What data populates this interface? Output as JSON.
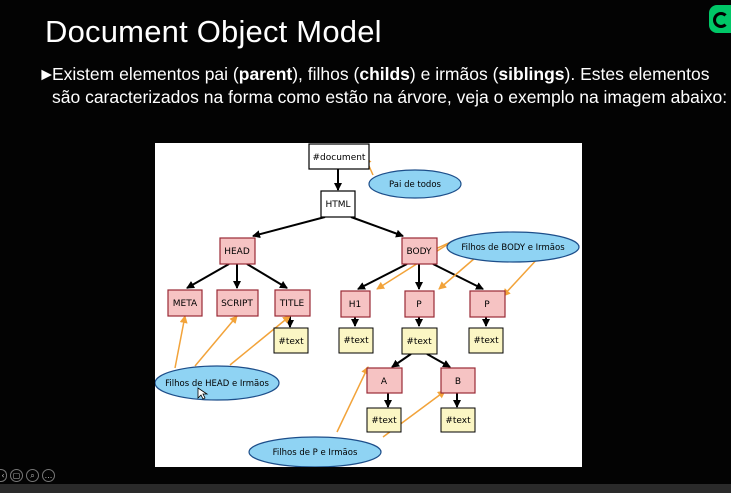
{
  "slide": {
    "title": "Document Object Model",
    "bullet": {
      "marker": "►",
      "part1": "Existem elementos pai (",
      "parent": "parent",
      "part2": "), filhos (",
      "childs": "childs",
      "part3": ") e irmãos (",
      "siblings": "siblings",
      "part4": "). Estes elementos são caracterizados na forma como estão na árvore, veja o  exemplo na imagem abaixo:"
    }
  },
  "diagram": {
    "nodes": {
      "document": "#document",
      "html": "HTML",
      "head": "HEAD",
      "body": "BODY",
      "meta": "META",
      "script": "SCRIPT",
      "title": "TITLE",
      "h1": "H1",
      "p1": "P",
      "p2": "P",
      "text_title": "#text",
      "text_h1": "#text",
      "text_p1": "#text",
      "text_p2": "#text",
      "a": "A",
      "b": "B",
      "text_a": "#text",
      "text_b": "#text"
    },
    "callouts": {
      "root": "Pai de todos",
      "body_children": "Filhos de BODY e Irmãos",
      "head_children": "Filhos de HEAD e Irmãos",
      "p_children": "Filhos de P e Irmãos"
    },
    "colors": {
      "element_fill": "#f6c3c3",
      "element_border": "#9a2a35",
      "text_fill": "#fbf6c4",
      "root_fill": "#ffffff",
      "callout_fill": "#8fd3f3",
      "callout_border": "#1d4e8a",
      "arrow_orange": "#f2a33a",
      "tree_line": "#000000"
    }
  },
  "player_controls": {
    "icons": [
      "prev-icon",
      "copy-icon",
      "zoom-icon",
      "more-icon"
    ],
    "more_label": "..."
  }
}
